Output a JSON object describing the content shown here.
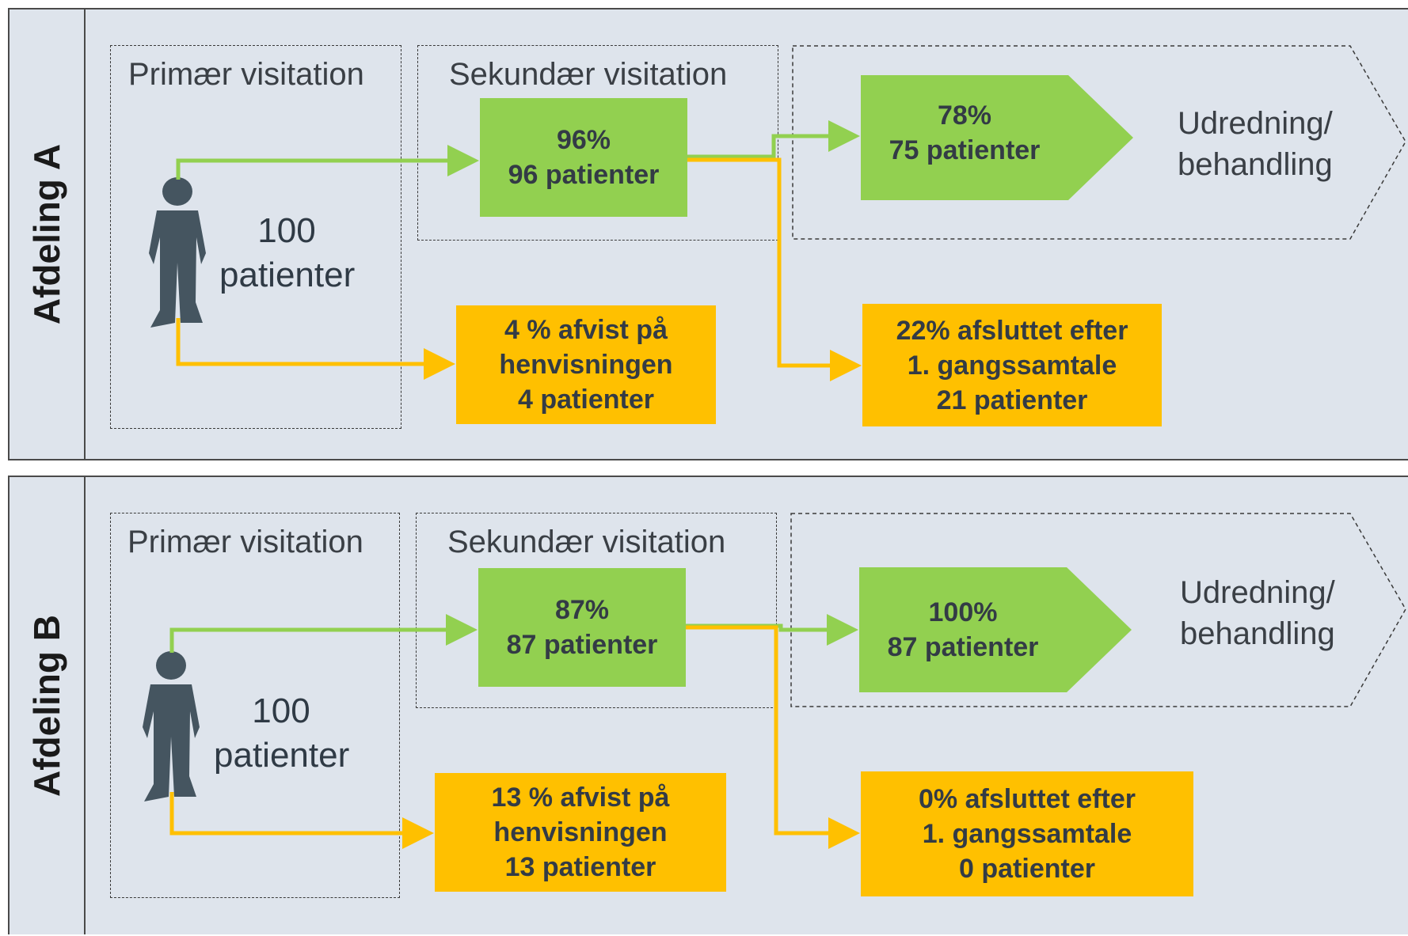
{
  "panels": {
    "a": {
      "side_label": "Afdeling A",
      "primary_label": "Primær visitation",
      "secondary_label": "Sekundær visitation",
      "count_number": "100",
      "count_unit": "patienter",
      "accepted_pct": "96%",
      "accepted_patients": "96 patienter",
      "treated_pct": "78%",
      "treated_patients": "75 patienter",
      "dest_line1": "Udredning/",
      "dest_line2": "behandling",
      "rejected_line1": "4 % afvist på",
      "rejected_line2": "henvisningen",
      "rejected_line3": "4 patienter",
      "ended_line1": "22% afsluttet efter",
      "ended_line2": "1. gangssamtale",
      "ended_line3": "21 patienter"
    },
    "b": {
      "side_label": "Afdeling B",
      "primary_label": "Primær visitation",
      "secondary_label": "Sekundær visitation",
      "count_number": "100",
      "count_unit": "patienter",
      "accepted_pct": "87%",
      "accepted_patients": "87 patienter",
      "treated_pct": "100%",
      "treated_patients": "87 patienter",
      "dest_line1": "Udredning/",
      "dest_line2": "behandling",
      "rejected_line1": "13 % afvist på",
      "rejected_line2": "henvisningen",
      "rejected_line3": "13 patienter",
      "ended_line1": "0% afsluttet efter",
      "ended_line2": "1. gangssamtale",
      "ended_line3": "0 patienter"
    }
  },
  "colors": {
    "green": "#92d050",
    "orange": "#ffc000",
    "panel": "#dee4ec",
    "person": "#455560"
  }
}
